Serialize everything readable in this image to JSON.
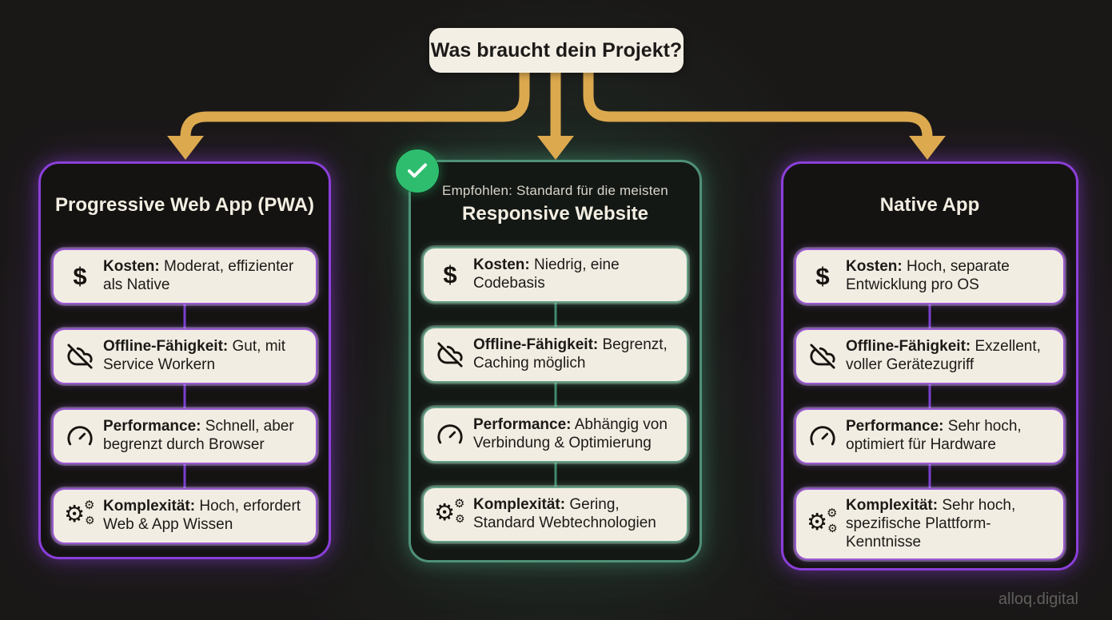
{
  "title": {
    "text": "Was braucht dein Projekt?"
  },
  "watermark": "alloq.digital",
  "icons": {
    "gear": "⚙",
    "dollar": "$"
  },
  "colors": {
    "background": "#1a1817",
    "arrow": "#dca94f",
    "purple_border": "#8b3fd9",
    "green_border": "#4f9178",
    "badge_green": "#2ebd6e",
    "card_bg": "#f2ede3",
    "title_box_bg": "#f4efe5",
    "text_dark": "#1c1a17",
    "text_light": "#f3eee2"
  },
  "columns": [
    {
      "title": "Progressive Web App (PWA)",
      "theme": "purple",
      "cards": [
        {
          "icon": "dollar-icon",
          "label": "Kosten:",
          "text": " Moderat, effizienter als Native"
        },
        {
          "icon": "cloud-off-icon",
          "label": "Offline-Fähigkeit:",
          "text": " Gut, mit Service Workern"
        },
        {
          "icon": "gauge-icon",
          "label": "Performance:",
          "text": " Schnell, aber begrenzt durch Browser"
        },
        {
          "icon": "gears-icon",
          "label": "Komplexität:",
          "text": " Hoch, erfordert Web & App Wissen"
        }
      ]
    },
    {
      "title": "Responsive Website",
      "subtitle": "Empfohlen: Standard für die meisten",
      "recommended": true,
      "theme": "green",
      "cards": [
        {
          "icon": "dollar-icon",
          "label": "Kosten:",
          "text": " Niedrig, eine Codebasis"
        },
        {
          "icon": "cloud-off-icon",
          "label": "Offline-Fähigkeit:",
          "text": " Begrenzt, Caching möglich"
        },
        {
          "icon": "gauge-icon",
          "label": "Performance:",
          "text": " Abhängig von Verbindung & Optimierung"
        },
        {
          "icon": "gears-icon",
          "label": "Komplexität:",
          "text": " Gering, Standard Webtechnologien"
        }
      ]
    },
    {
      "title": "Native App",
      "theme": "purple",
      "cards": [
        {
          "icon": "dollar-icon",
          "label": "Kosten:",
          "text": " Hoch, separate Entwicklung pro OS"
        },
        {
          "icon": "cloud-off-icon",
          "label": "Offline-Fähigkeit:",
          "text": " Exzellent, voller Gerätezugriff"
        },
        {
          "icon": "gauge-icon",
          "label": "Performance:",
          "text": " Sehr hoch, optimiert für Hardware"
        },
        {
          "icon": "gears-icon",
          "label": "Komplexität:",
          "text": " Sehr hoch, spezifische Plattform-Kenntnisse"
        }
      ]
    }
  ]
}
